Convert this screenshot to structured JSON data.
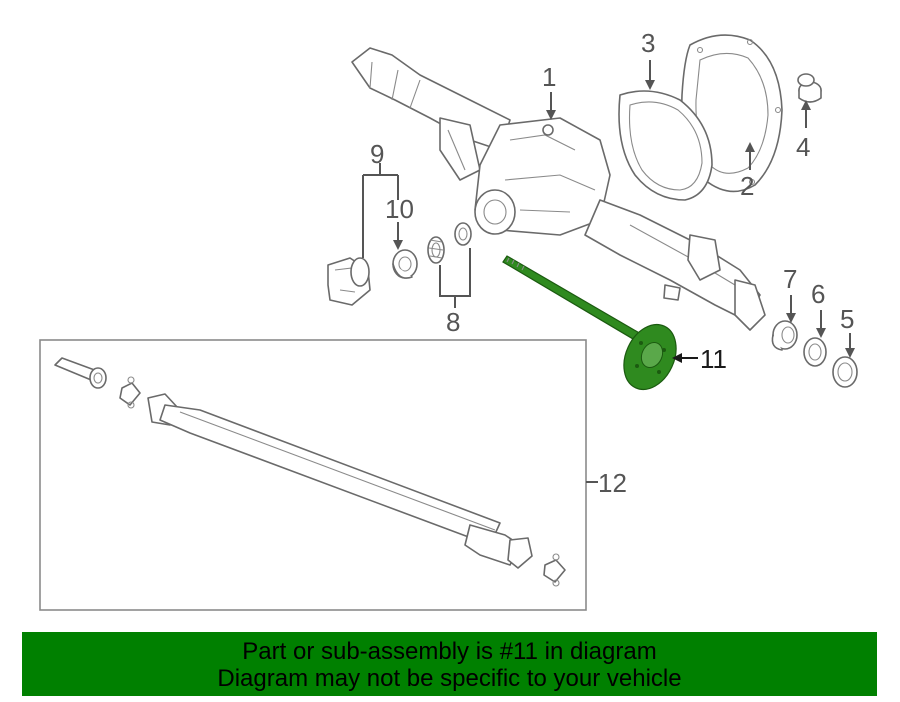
{
  "callouts": {
    "c1": "1",
    "c2": "2",
    "c3": "3",
    "c4": "4",
    "c5": "5",
    "c6": "6",
    "c7": "7",
    "c8": "8",
    "c9": "9",
    "c10": "10",
    "c11": "11",
    "c12": "12"
  },
  "banner": {
    "line1": "Part or sub-assembly is #11 in diagram",
    "line2": "Diagram may not be specific to your vehicle"
  },
  "colors": {
    "highlight": "#2f8a1f",
    "banner_bg": "#008000",
    "line": "#6a6a6a"
  }
}
